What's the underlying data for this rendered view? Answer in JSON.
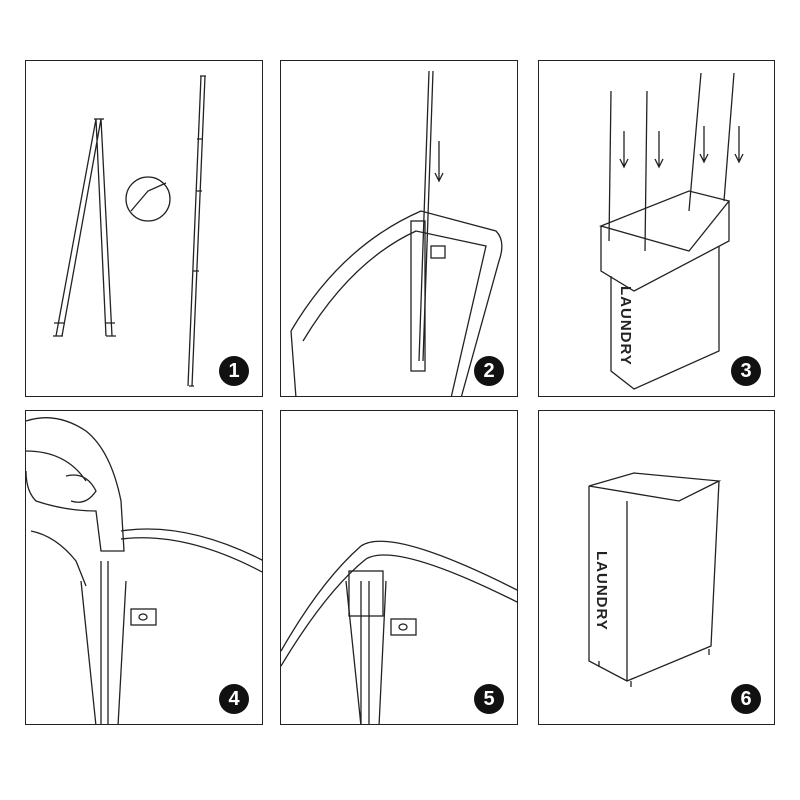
{
  "steps": [
    {
      "number": "1"
    },
    {
      "number": "2"
    },
    {
      "number": "3",
      "label": "LAUNDRY"
    },
    {
      "number": "4"
    },
    {
      "number": "5"
    },
    {
      "number": "6",
      "label": "LAUNDRY"
    }
  ]
}
